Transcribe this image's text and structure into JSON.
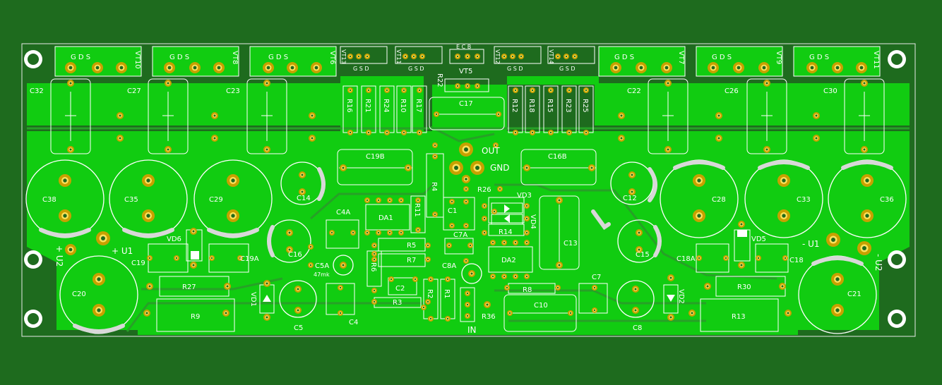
{
  "board": {
    "colors": {
      "substrate": "#1e6b1e",
      "copper": "#11cc11",
      "pad": "#c8a000",
      "pad_highlight": "#ffe35a",
      "silkscreen": "#ffffff",
      "thick_silk": "#d8d8d8",
      "trace_gap": "#27a127"
    }
  },
  "labels": {
    "out": "OUT",
    "gnd": "GND",
    "in": "IN",
    "vt5": "VT5",
    "vt5_pins": "E C B",
    "cap_47mk": "47mk",
    "u1_left": "+ U1",
    "u1_right": "- U1",
    "u2_left": "+ U2",
    "u2_right": "- U2",
    "transistor_top_left": [
      {
        "name": "VT10",
        "pins": "G D S"
      },
      {
        "name": "VT8",
        "pins": "G D S"
      },
      {
        "name": "VT6",
        "pins": "G D S"
      }
    ],
    "transistor_top_right": [
      {
        "name": "VT7",
        "pins": "G D S"
      },
      {
        "name": "VT9",
        "pins": "G D S"
      },
      {
        "name": "VT11",
        "pins": "G D S"
      }
    ],
    "driver_transistors": [
      {
        "name": "VT13",
        "pins": "G S D"
      },
      {
        "name": "VT11",
        "pins": "G S D"
      },
      {
        "name": "VT12",
        "pins": "G S D"
      },
      {
        "name": "VT14",
        "pins": "G S D"
      }
    ],
    "film_caps_left": [
      "C32",
      "C27",
      "C23"
    ],
    "film_caps_right": [
      "C22",
      "C26",
      "C30"
    ],
    "resistors_left": [
      "R16",
      "R21",
      "R24",
      "R10",
      "R17"
    ],
    "resistors_right": [
      "R12",
      "R18",
      "R15",
      "R23",
      "R25"
    ],
    "r22": "R22",
    "c17": "C17",
    "c19b": "C19B",
    "c16b": "C16B",
    "r4": "R4",
    "r26": "R26",
    "vd3": "VD3",
    "vd4": "VD4",
    "r11": "R11",
    "c1": "C1",
    "r14": "R14",
    "c7a": "C7A",
    "c4a": "C4A",
    "da1": "DA1",
    "da2": "DA2",
    "r5": "R5",
    "r7": "R7",
    "r6": "R6",
    "c2": "C2",
    "r3": "R3",
    "r2": "R2",
    "r1": "R1",
    "c8a": "C8A",
    "c5a": "C5A",
    "c13": "C13",
    "c7": "C7",
    "r8": "R8",
    "c10": "C10",
    "r36": "R36",
    "big_caps_left": [
      "C38",
      "C35",
      "C29"
    ],
    "big_caps_right": [
      "C28",
      "C33",
      "C36"
    ],
    "c14": "C14",
    "c12": "C12",
    "c16": "C16",
    "c15": "C15",
    "vd6": "VD6",
    "vd5": "VD5",
    "c19": "C19",
    "c19a": "C19A",
    "c18a": "C18A",
    "c18": "C18",
    "c20": "C20",
    "c21": "C21",
    "r27": "R27",
    "r30": "R30",
    "r9": "R9",
    "r13": "R13",
    "vd1": "VD1",
    "vd2": "VD2",
    "c5": "C5",
    "c4": "C4",
    "c8": "C8"
  }
}
